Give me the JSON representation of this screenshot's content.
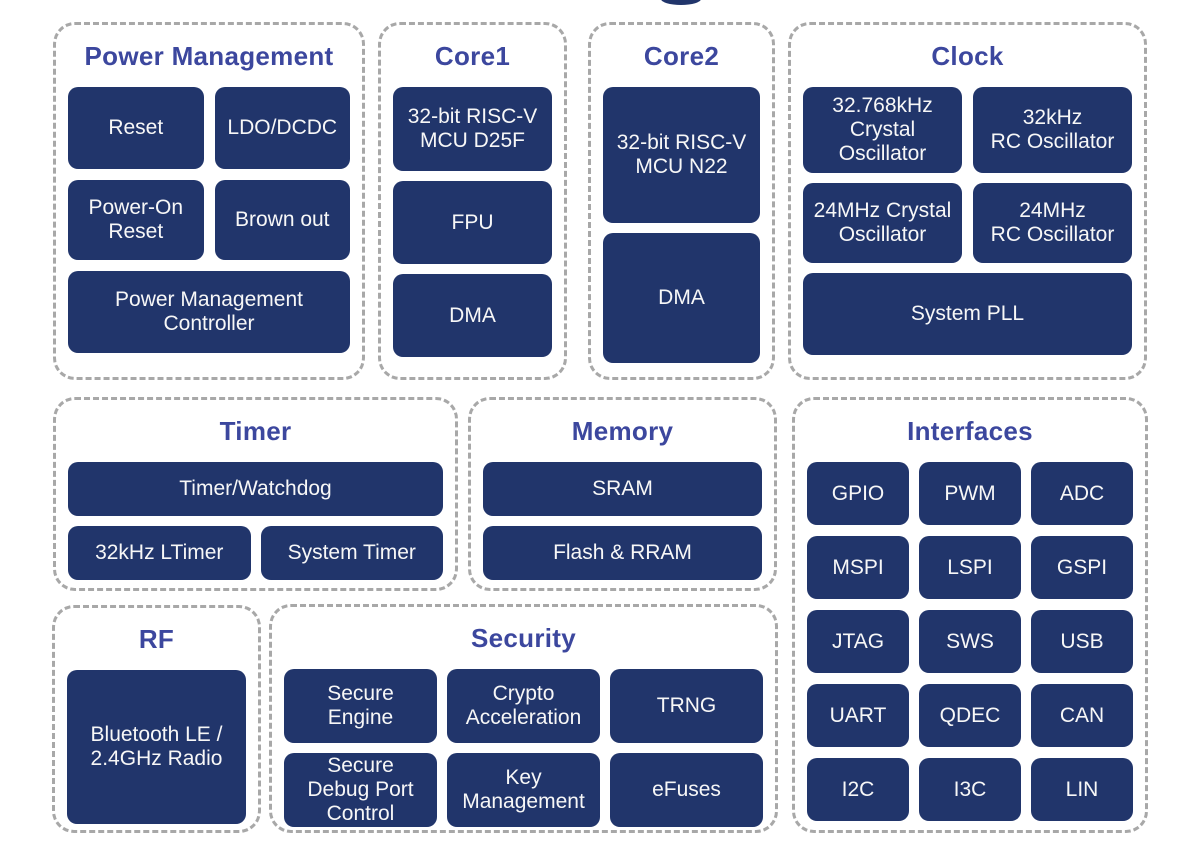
{
  "colors": {
    "block_fill": "#21356B",
    "block_text": "#F7F7F7",
    "section_title": "#3C479E",
    "dashed_border": "#A8A8A8",
    "background": "#FFFFFF"
  },
  "sections": {
    "power_management": {
      "title": "Power Management",
      "blocks": {
        "reset": "Reset",
        "ldo_dcdc": "LDO/DCDC",
        "power_on_reset": "Power-On\nReset",
        "brown_out": "Brown out",
        "pm_controller": "Power Management\nController"
      }
    },
    "core1": {
      "title": "Core1",
      "blocks": {
        "mcu": "32-bit RISC-V\nMCU D25F",
        "fpu": "FPU",
        "dma": "DMA"
      }
    },
    "core2": {
      "title": "Core2",
      "blocks": {
        "mcu": "32-bit RISC-V\nMCU N22",
        "dma": "DMA"
      }
    },
    "clock": {
      "title": "Clock",
      "blocks": {
        "xtal_32k": "32.768kHz\nCrystal\nOscillator",
        "rc_32k": "32kHz\nRC Oscillator",
        "xtal_24m": "24MHz Crystal\nOscillator",
        "rc_24m": "24MHz\nRC Oscillator",
        "system_pll": "System PLL"
      }
    },
    "timer": {
      "title": "Timer",
      "blocks": {
        "timer_watchdog": "Timer/Watchdog",
        "ltimer_32k": "32kHz LTimer",
        "system_timer": "System Timer"
      }
    },
    "memory": {
      "title": "Memory",
      "blocks": {
        "sram": "SRAM",
        "flash_rram": "Flash & RRAM"
      }
    },
    "interfaces": {
      "title": "Interfaces",
      "blocks": {
        "gpio": "GPIO",
        "pwm": "PWM",
        "adc": "ADC",
        "mspi": "MSPI",
        "lspi": "LSPI",
        "gspi": "GSPI",
        "jtag": "JTAG",
        "sws": "SWS",
        "usb": "USB",
        "uart": "UART",
        "qdec": "QDEC",
        "can": "CAN",
        "i2c": "I2C",
        "i3c": "I3C",
        "lin": "LIN"
      }
    },
    "rf": {
      "title": "RF",
      "blocks": {
        "bluetooth": "Bluetooth LE /\n2.4GHz Radio"
      }
    },
    "security": {
      "title": "Security",
      "blocks": {
        "secure_engine": "Secure\nEngine",
        "crypto_acceleration": "Crypto\nAcceleration",
        "trng": "TRNG",
        "secure_debug": "Secure\nDebug Port\nControl",
        "key_management": "Key\nManagement",
        "efuses": "eFuses"
      }
    }
  }
}
